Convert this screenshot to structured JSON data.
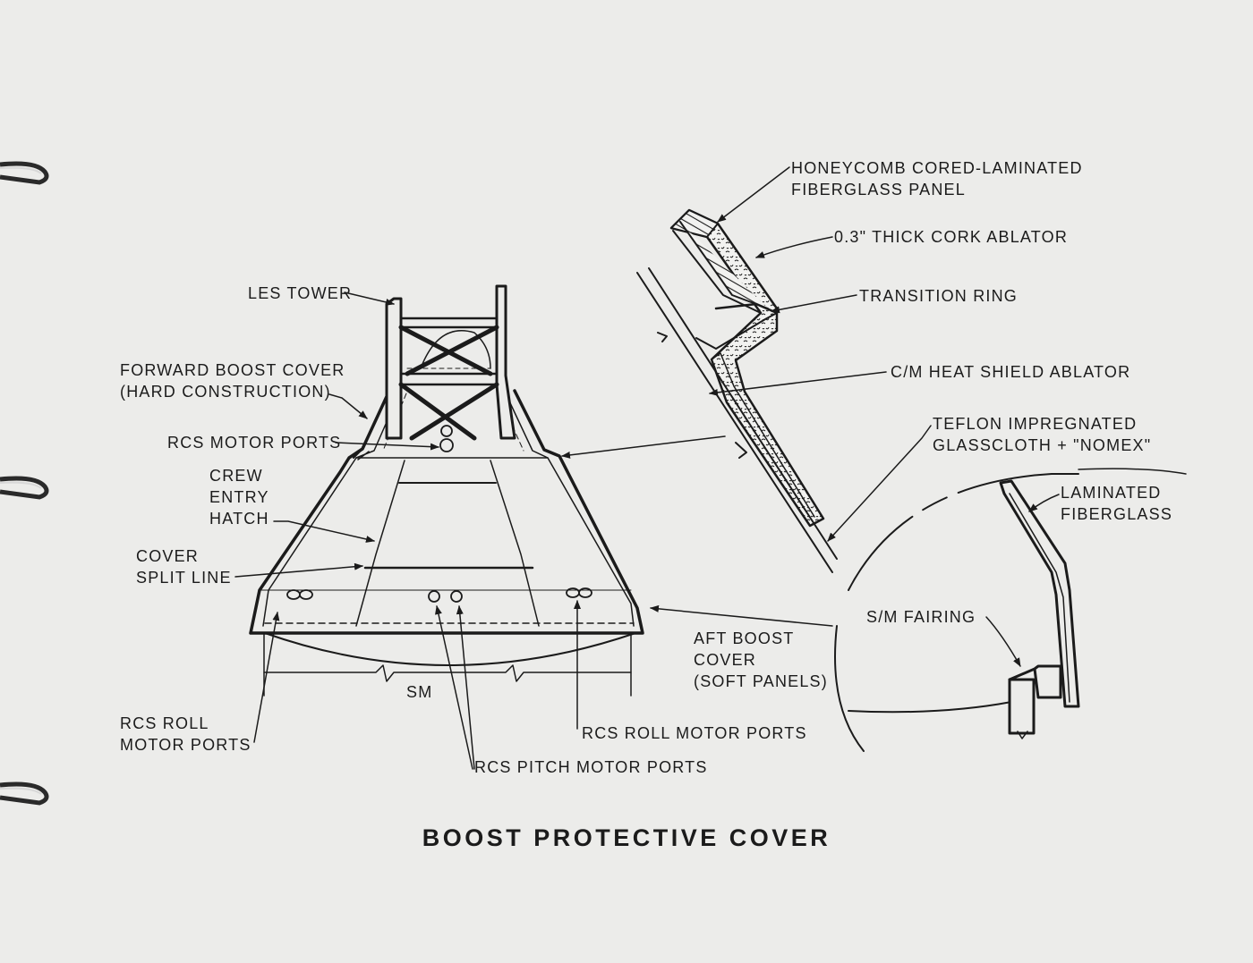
{
  "title": "BOOST PROTECTIVE COVER",
  "labels": {
    "honeycomb": [
      "HONEYCOMB CORED-LAMINATED",
      "FIBERGLASS PANEL"
    ],
    "cork": "0.3\" THICK CORK ABLATOR",
    "transition_ring": "TRANSITION RING",
    "heat_shield": "C/M HEAT SHIELD ABLATOR",
    "teflon": [
      "TEFLON IMPREGNATED",
      "GLASSCLOTH + \"NOMEX\""
    ],
    "laminated": [
      "LAMINATED",
      "FIBERGLASS"
    ],
    "sm_fairing": "S/M FAIRING",
    "les_tower": "LES TOWER",
    "forward_cover": [
      "FORWARD BOOST COVER",
      "(HARD CONSTRUCTION)"
    ],
    "rcs_motor_ports": "RCS MOTOR PORTS",
    "crew_hatch": [
      "CREW",
      "ENTRY",
      "HATCH"
    ],
    "cover_split": [
      "COVER",
      "SPLIT LINE"
    ],
    "aft_cover": [
      "AFT BOOST",
      "COVER",
      "(SOFT PANELS)"
    ],
    "sm": "SM",
    "rcs_roll_left": [
      "RCS ROLL",
      "MOTOR PORTS"
    ],
    "rcs_roll_right": "RCS ROLL MOTOR PORTS",
    "rcs_pitch": "RCS PITCH MOTOR PORTS"
  }
}
